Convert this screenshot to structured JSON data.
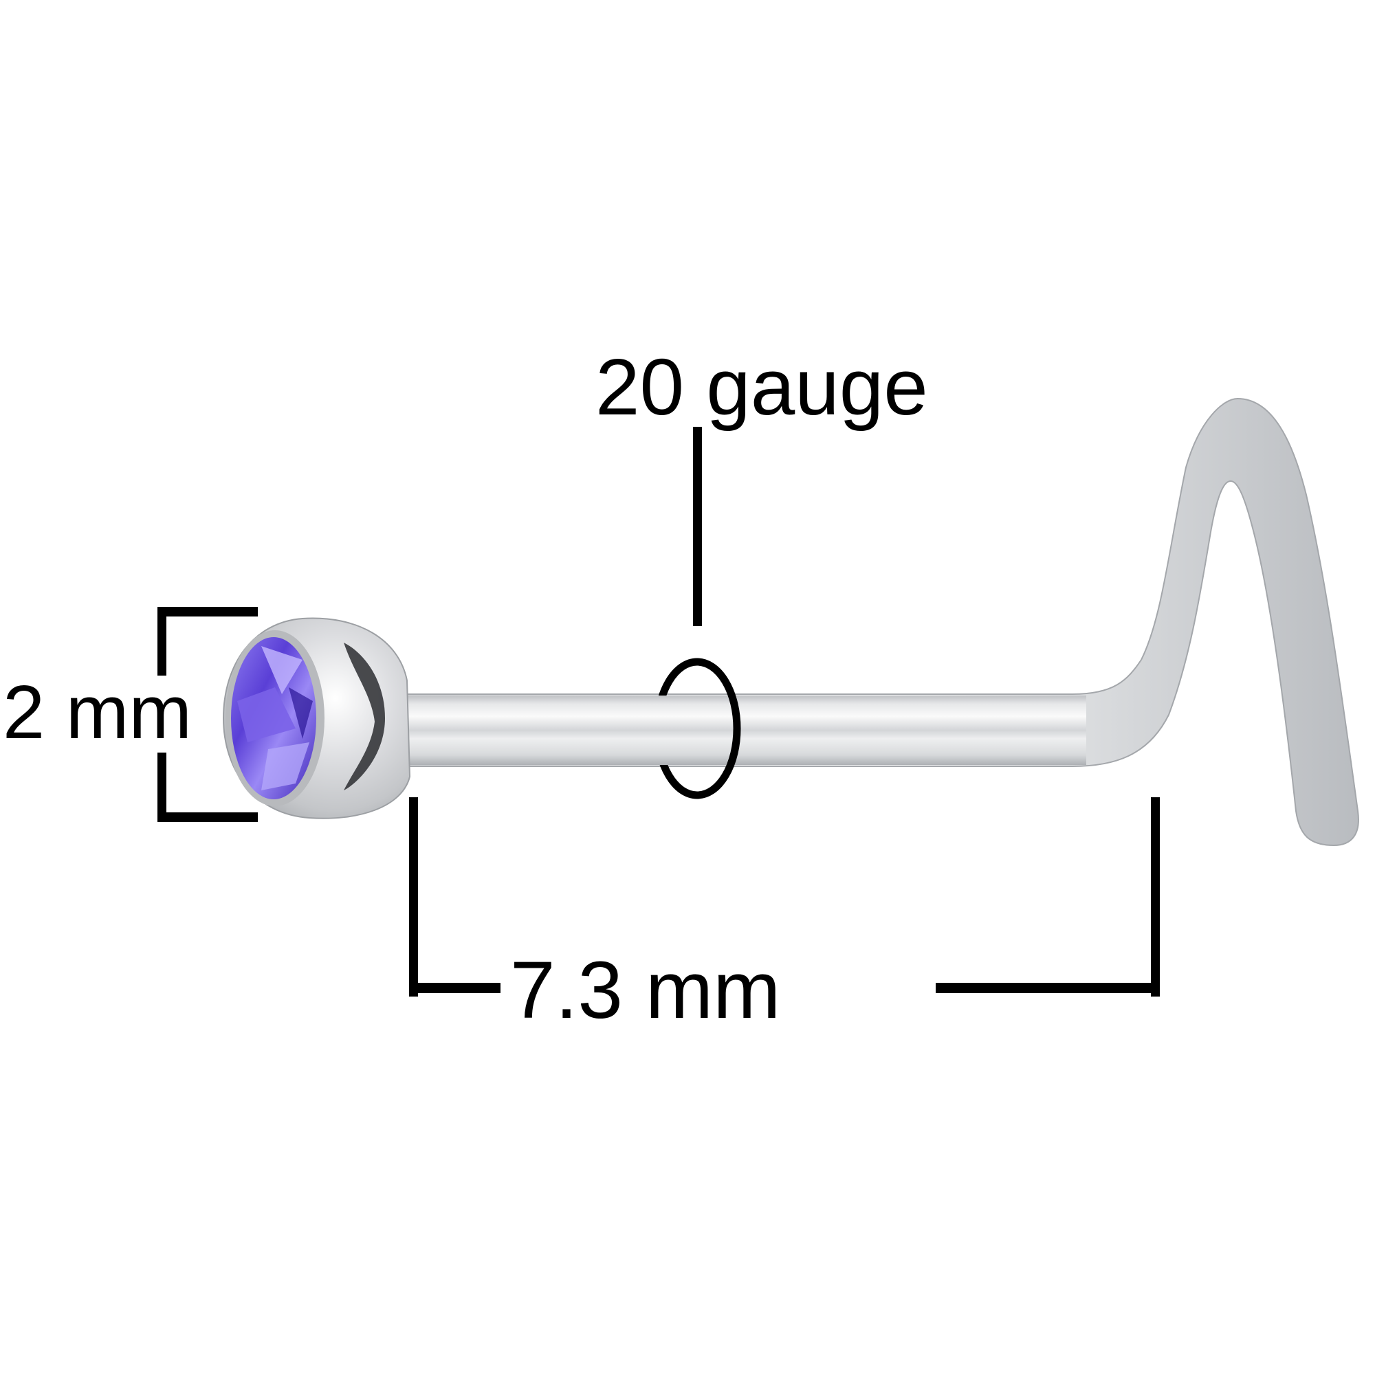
{
  "figure": {
    "subject": "Nose screw stud with purple gem",
    "background_color": "#ffffff",
    "line_color": "#000000",
    "gem_color": "#6b4fe0",
    "metal_color": "#d9dadc"
  },
  "annotations": {
    "gauge": "20 gauge",
    "head_diameter": "2 mm",
    "wearable_length": "7.3 mm"
  }
}
